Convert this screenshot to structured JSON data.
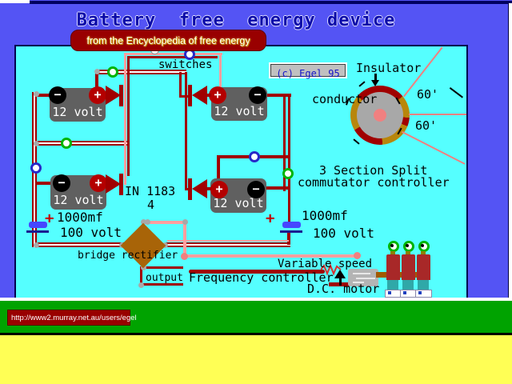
{
  "title": "Battery  free  energy device",
  "banner": {
    "text": "from the Encyclopedia of free energy"
  },
  "badge": {
    "text": "(c) Egel 95"
  },
  "diagram": {
    "switches_label": "switches",
    "insulator_label": "Insulator",
    "conductor_label": "conductor",
    "angle_top": "60'",
    "angle_bottom": "60'",
    "commutator_line1": "3 Section Split",
    "commutator_line2": "commutator controller",
    "diode_part_line1": "IN 1183",
    "diode_part_line2": "4",
    "bridge_label": "bridge rectifier",
    "output_label": "output",
    "frequency_label": "Frequency controller",
    "variable_speed_label": "Variable speed",
    "motor_label": "D.C. motor",
    "plus_sign": "+",
    "minus_sign": "−",
    "cap_left": {
      "plus": "+",
      "value": "1000mf",
      "voltage": "100 volt"
    },
    "cap_right": {
      "plus": "+",
      "value": "1000mf",
      "voltage": "100 volt"
    },
    "batteries": [
      {
        "label": "12 volt"
      },
      {
        "label": "12 volt"
      },
      {
        "label": "12 volt"
      },
      {
        "label": "12 volt"
      }
    ]
  },
  "footer": {
    "url": "http://www2.murray.net.au/users/egel"
  },
  "colors": {
    "background": "#5454F4",
    "panel": "#55FFFF",
    "wire": "#A00000",
    "wire_highlight": "#FF9E9E",
    "banner": "#990000",
    "green_bar": "#00A300",
    "yellow_bar": "#FFFF55"
  }
}
